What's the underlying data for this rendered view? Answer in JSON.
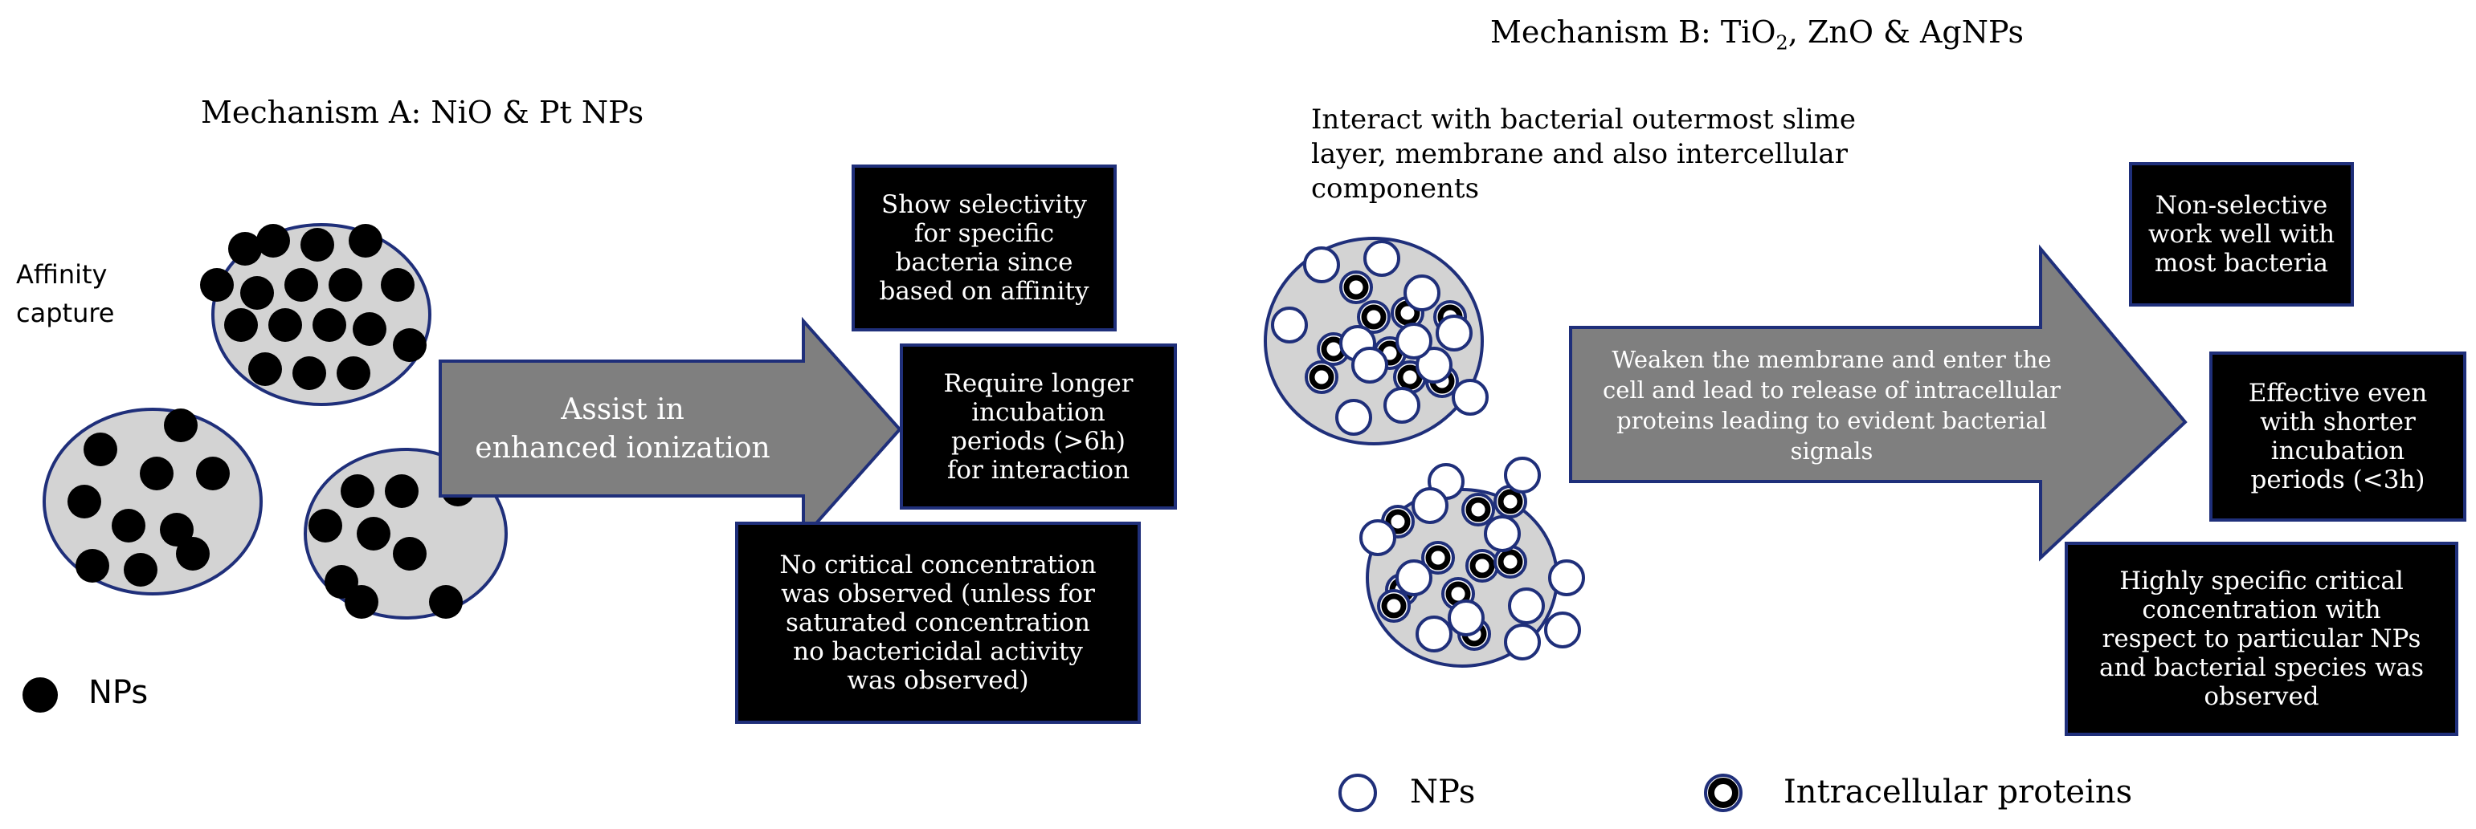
{
  "mechanism_a": {
    "title": "Mechanism A: NiO  & Pt NPs",
    "affinity_label": [
      "Affinity",
      "capture"
    ],
    "arrow_text": [
      "Assist  in",
      "enhanced ionization"
    ],
    "boxes": {
      "selectivity": [
        "Show selectivity",
        "for specific",
        "bacteria since",
        "based on affinity"
      ],
      "incubation": [
        "Require longer",
        "incubation",
        "periods (>6h)",
        "for interaction"
      ],
      "concentration": [
        "No critical concentration",
        "was observed (unless for",
        "saturated concentration",
        "no bactericidal activity",
        "was observed)"
      ]
    },
    "legend": {
      "label": "NPs",
      "marker_color": "#000000"
    }
  },
  "mechanism_b": {
    "title_prefix": "Mechanism B: TiO",
    "title_sub": "2",
    "title_suffix": ", ZnO & AgNPs",
    "interact_text": [
      "Interact with bacterial outermost slime",
      "layer, membrane and also intercellular",
      "components"
    ],
    "arrow_text": [
      "Weaken the membrane and enter the",
      "cell and lead to release of intracellular",
      "proteins leading to evident bacterial",
      "signals"
    ],
    "boxes": {
      "nonselective": [
        "Non-selective",
        "work well with",
        "most bacteria"
      ],
      "effective": [
        "Effective even",
        "with shorter",
        "incubation",
        "periods (<3h)"
      ],
      "specific": [
        "Highly specific critical",
        "concentration with",
        "respect to particular NPs",
        "and bacterial species was",
        "observed"
      ]
    },
    "legend": {
      "nps_label": "NPs",
      "proteins_label": "Intracellular proteins"
    }
  },
  "colors": {
    "cell_fill": "#d3d3d3",
    "arrow_fill": "#7f7f7f",
    "box_fill": "#000000",
    "border_blue": "#1f2f7a",
    "protein_ring": "#1f2f7a"
  }
}
